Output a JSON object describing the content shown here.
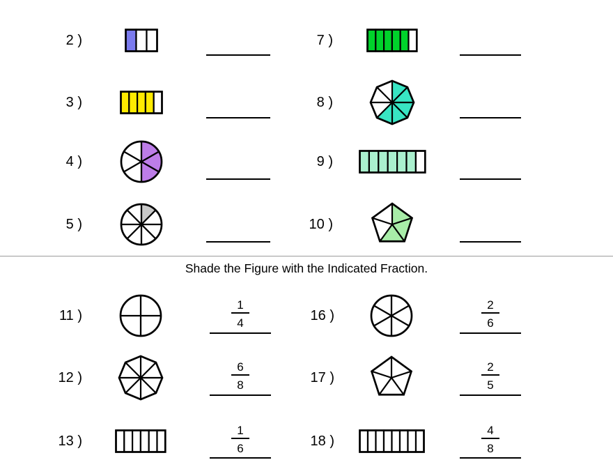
{
  "page": {
    "background": "#ffffff"
  },
  "identify_section": {
    "rows": [
      [
        {
          "id": "p2",
          "label": "2 )",
          "figure": {
            "shape": "bar",
            "parts": 3,
            "shaded": 1,
            "color": "#7b7bee"
          }
        },
        {
          "id": "p7",
          "label": "7 )",
          "figure": {
            "shape": "bar",
            "parts": 6,
            "shaded": 5,
            "color": "#00d22b"
          }
        }
      ],
      [
        {
          "id": "p3",
          "label": "3 )",
          "figure": {
            "shape": "bar",
            "parts": 5,
            "shaded": 4,
            "color": "#ffeb00"
          }
        },
        {
          "id": "p8",
          "label": "8 )",
          "figure": {
            "shape": "polygon",
            "parts": 8,
            "shaded": 5,
            "color": "#38e5c3"
          }
        }
      ],
      [
        {
          "id": "p4",
          "label": "4 )",
          "figure": {
            "shape": "circle",
            "parts": 6,
            "shaded": 3,
            "color": "#bd7de8"
          }
        },
        {
          "id": "p9",
          "label": "9 )",
          "figure": {
            "shape": "bar",
            "parts": 7,
            "shaded": 6,
            "color": "#aaf0ce"
          }
        }
      ],
      [
        {
          "id": "p5",
          "label": "5 )",
          "figure": {
            "shape": "circle",
            "parts": 8,
            "shaded": 1,
            "color": "#c9c9c9"
          }
        },
        {
          "id": "p10",
          "label": "10 )",
          "figure": {
            "shape": "polygon",
            "parts": 5,
            "shaded": 3,
            "color": "#a8eda8"
          }
        }
      ]
    ]
  },
  "shade_section": {
    "title": "Shade the Figure with the Indicated Fraction.",
    "rows": [
      [
        {
          "id": "p11",
          "label": "11 )",
          "figure": {
            "shape": "circle",
            "parts": 4,
            "shaded": 0
          },
          "fraction": {
            "numerator": "1",
            "denominator": "4"
          }
        },
        {
          "id": "p16",
          "label": "16 )",
          "figure": {
            "shape": "circle",
            "parts": 6,
            "shaded": 0
          },
          "fraction": {
            "numerator": "2",
            "denominator": "6"
          }
        }
      ],
      [
        {
          "id": "p12",
          "label": "12 )",
          "figure": {
            "shape": "polygon",
            "parts": 8,
            "shaded": 0
          },
          "fraction": {
            "numerator": "6",
            "denominator": "8"
          }
        },
        {
          "id": "p17",
          "label": "17 )",
          "figure": {
            "shape": "polygon",
            "parts": 5,
            "shaded": 0
          },
          "fraction": {
            "numerator": "2",
            "denominator": "5"
          }
        }
      ],
      [
        {
          "id": "p13",
          "label": "13 )",
          "figure": {
            "shape": "bar",
            "parts": 6,
            "shaded": 0
          },
          "fraction": {
            "numerator": "1",
            "denominator": "6"
          }
        },
        {
          "id": "p18",
          "label": "18 )",
          "figure": {
            "shape": "bar",
            "parts": 8,
            "shaded": 0
          },
          "fraction": {
            "numerator": "4",
            "denominator": "8"
          }
        }
      ]
    ]
  }
}
